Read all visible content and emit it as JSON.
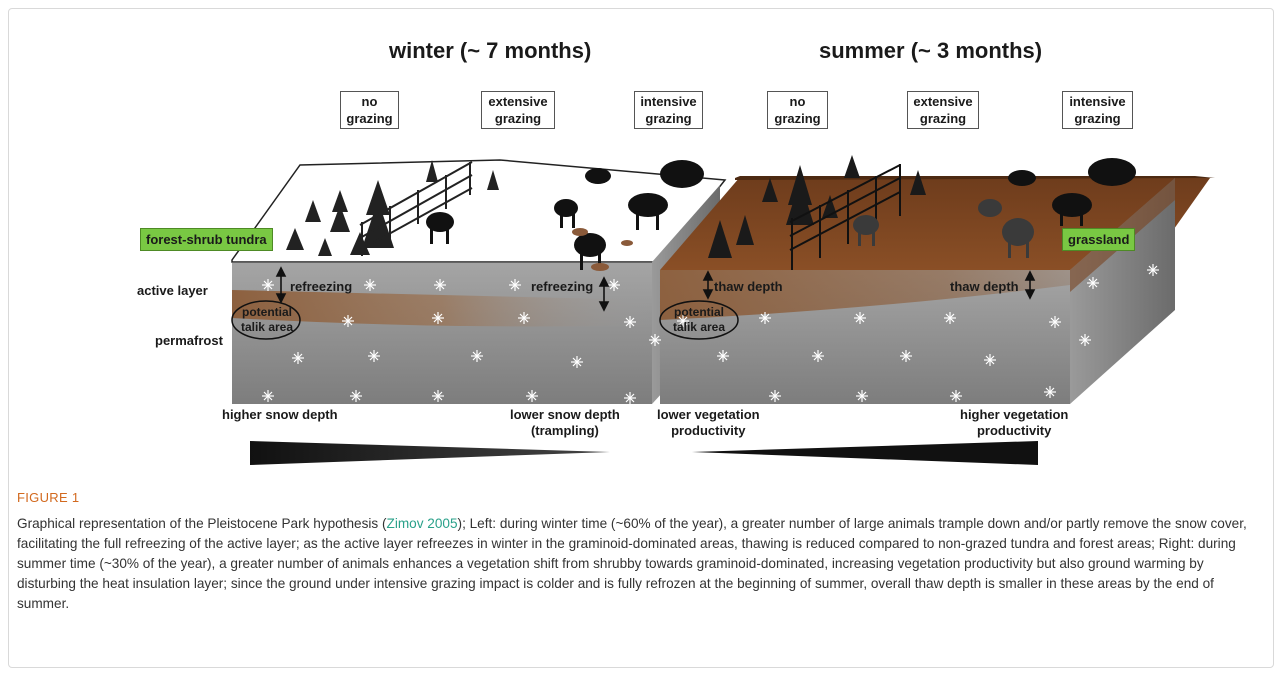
{
  "figure": {
    "season_winter": "winter (~ 7 months)",
    "season_summer": "summer (~ 3 months)",
    "winter_grazing": [
      {
        "line1": "no",
        "line2": "grazing"
      },
      {
        "line1": "extensive",
        "line2": "grazing"
      },
      {
        "line1": "intensive",
        "line2": "grazing"
      }
    ],
    "summer_grazing": [
      {
        "line1": "no",
        "line2": "grazing"
      },
      {
        "line1": "extensive",
        "line2": "grazing"
      },
      {
        "line1": "intensive",
        "line2": "grazing"
      }
    ],
    "forest_label": "forest-shrub tundra",
    "grassland_label": "grassland",
    "active_layer": "active layer",
    "permafrost": "permafrost",
    "refreezing": "refreezing",
    "thaw_depth": "thaw depth",
    "talik_line1": "potential",
    "talik_line2": "talik area",
    "higher_snow": "higher snow depth",
    "lower_snow_line1": "lower snow depth",
    "lower_snow_line2": "(trampling)",
    "lower_veg_line1": "lower vegetation",
    "lower_veg_line2": "productivity",
    "higher_veg_line1": "higher vegetation",
    "higher_veg_line2": "productivity",
    "colors": {
      "soil_brown": "#7a4522",
      "ice_gray": "#8c8c8c",
      "green_label": "#79c843",
      "caption_head": "#d2691e",
      "citation": "#2aa18a"
    }
  },
  "caption": {
    "heading": "FIGURE 1",
    "text_before_cite": "Graphical representation of the Pleistocene Park hypothesis (",
    "citation": "Zimov 2005",
    "text_after_cite": "); Left: during winter time (~60% of the year), a greater number of large animals trample down and/or partly remove the snow cover, facilitating the full refreezing of the active layer; as the active layer refreezes in winter in the graminoid-dominated areas, thawing is reduced compared to non-grazed tundra and forest areas; Right: during summer time (~30% of the year), a greater number of animals enhances a vegetation shift from shrubby towards graminoid-dominated, increasing vegetation productivity but also ground warming by disturbing the heat insulation layer; since the ground under intensive grazing impact is colder and is fully refrozen at the beginning of summer, overall thaw depth is smaller in these areas by the end of summer."
  }
}
